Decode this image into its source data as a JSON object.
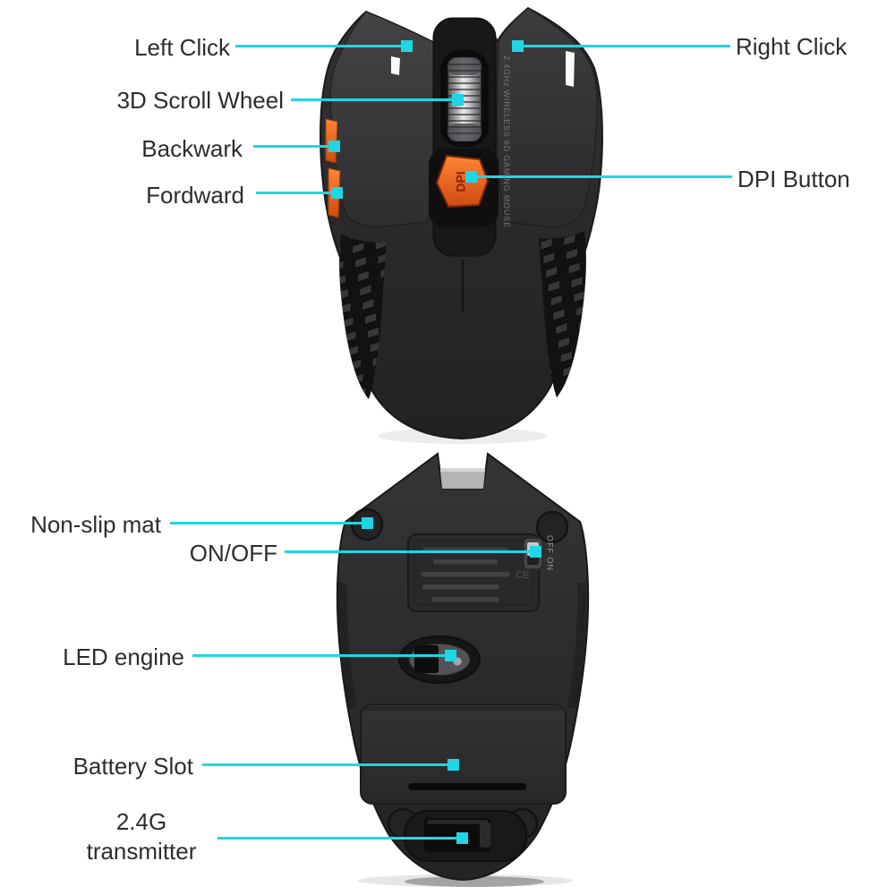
{
  "diagram": {
    "subject": "2.4G wireless 6D gaming mouse — top and bottom view callout diagram",
    "colors": {
      "background": "#ffffff",
      "leader_line": "#1fd6e4",
      "label_text": "#2d2d2d",
      "mouse_body": "#2c2c2e",
      "dpi_button": "#e0501a",
      "side_buttons": "#e87a28",
      "scroll_wheel": "#d8d8da"
    }
  },
  "callouts": [
    {
      "id": "left-click",
      "text": "Left Click"
    },
    {
      "id": "scroll-wheel",
      "text": "3D Scroll Wheel"
    },
    {
      "id": "backward",
      "text": "Backwark"
    },
    {
      "id": "forward",
      "text": "Fordward"
    },
    {
      "id": "right-click",
      "text": "Right Click"
    },
    {
      "id": "dpi-button",
      "text": "DPI Button"
    },
    {
      "id": "non-slip-mat",
      "text": "Non-slip mat"
    },
    {
      "id": "on-off",
      "text": "ON/OFF"
    },
    {
      "id": "led-engine",
      "text": "LED engine"
    },
    {
      "id": "battery-slot",
      "text": "Battery Slot"
    },
    {
      "id": "transmitter",
      "text": "2.4G transmitter"
    }
  ],
  "mouse_markings": {
    "shell_text": "2.4GHz WIRELESS 6D GAMING MOUSE",
    "dpi_label": "DPI",
    "switch_label": "OFF ON",
    "ce_mark": "CE"
  }
}
